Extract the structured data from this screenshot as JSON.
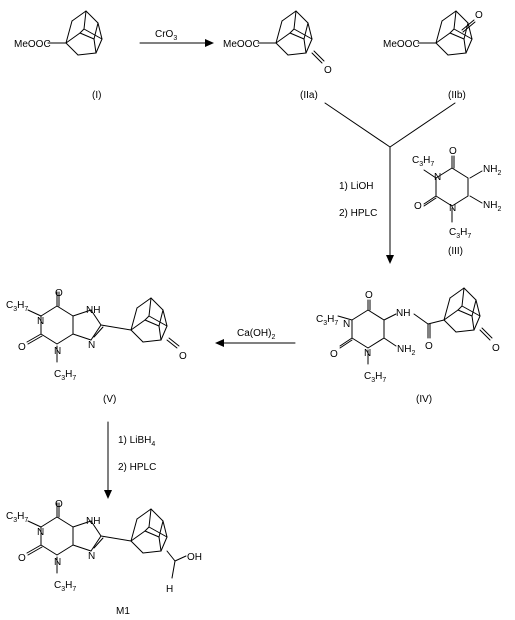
{
  "compounds": {
    "I": {
      "label": "(I)",
      "ester": "MeOOC"
    },
    "IIa": {
      "label": "(IIa)",
      "ester": "MeOOC",
      "oxo": "O"
    },
    "IIb": {
      "label": "(IIb)",
      "ester": "MeOOC",
      "oxo": "O"
    },
    "III": {
      "label": "(III)",
      "O1": "O",
      "O2": "O",
      "N1": "N",
      "N3": "N",
      "NH2a": "NH",
      "NH2b": "NH",
      "sub2": "2",
      "propyl_C": "C",
      "propyl_H": "H",
      "propyl_3": "3",
      "propyl_7": "7"
    },
    "IV": {
      "label": "(IV)",
      "O1": "O",
      "O2": "O",
      "O3": "O",
      "O4": "O",
      "N1": "N",
      "N3": "N",
      "NH": "NH",
      "NH2": "NH",
      "sub2": "2",
      "propyl_C": "C",
      "propyl_H": "H",
      "propyl_3": "3",
      "propyl_7": "7"
    },
    "V": {
      "label": "(V)",
      "O1": "O",
      "O2": "O",
      "O3": "O",
      "N1": "N",
      "N3": "N",
      "N9": "N",
      "NH": "NH",
      "propyl_C": "C",
      "propyl_H": "H",
      "propyl_3": "3",
      "propyl_7": "7"
    },
    "M1": {
      "label": "M1",
      "O1": "O",
      "O2": "O",
      "N1": "N",
      "N3": "N",
      "N9": "N",
      "NH": "NH",
      "OH": "OH",
      "H": "H",
      "propyl_C": "C",
      "propyl_H": "H",
      "propyl_3": "3",
      "propyl_7": "7"
    }
  },
  "reactions": {
    "r1": {
      "reagent": "CrO",
      "reagent_sub": "3"
    },
    "r2": {
      "step1": "1) LiOH",
      "step2": "2) HPLC"
    },
    "r3": {
      "reagent": "Ca(OH)",
      "reagent_sub": "2"
    },
    "r4": {
      "step1_main": "1) LiBH",
      "step1_sub": "4",
      "step2": "2) HPLC"
    }
  }
}
